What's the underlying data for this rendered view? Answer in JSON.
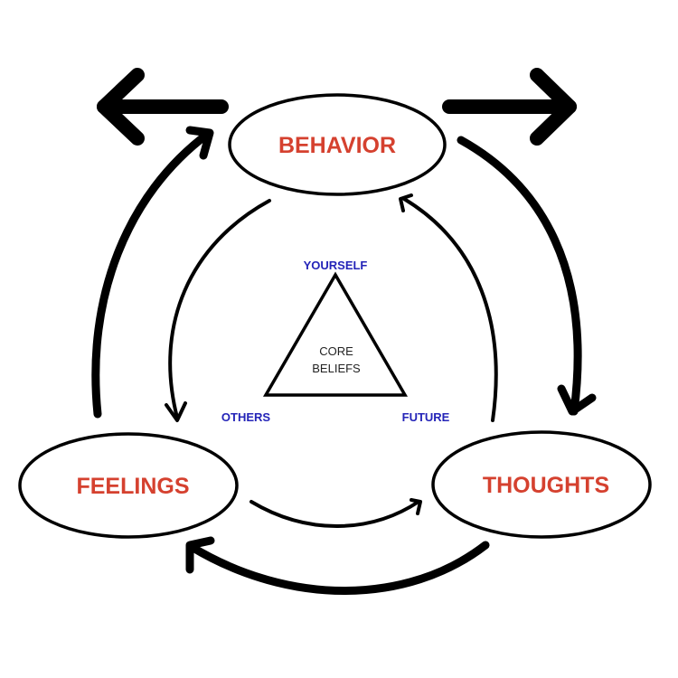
{
  "diagram": {
    "title": "CBT cycle with core beliefs",
    "colors": {
      "node_text": "#d5412f",
      "corner_text": "#2424b8",
      "core_text": "#222222",
      "stroke": "#000000"
    },
    "nodes": {
      "behavior": "BEHAVIOR",
      "thoughts": "THOUGHTS",
      "feelings": "FEELINGS"
    },
    "core": {
      "line1": "CORE",
      "line2": "BELIEFS",
      "corners": {
        "top": "YOURSELF",
        "left": "OTHERS",
        "right": "FUTURE"
      }
    },
    "edges": [
      {
        "from": "behavior",
        "to": "thoughts",
        "style": "thick"
      },
      {
        "from": "thoughts",
        "to": "feelings",
        "style": "thick"
      },
      {
        "from": "feelings",
        "to": "behavior",
        "style": "thick"
      },
      {
        "from": "behavior",
        "to": "feelings",
        "style": "thin"
      },
      {
        "from": "feelings",
        "to": "thoughts",
        "style": "thin"
      },
      {
        "from": "thoughts",
        "to": "behavior",
        "style": "thin"
      }
    ],
    "outward_arrows": [
      "left",
      "right"
    ]
  }
}
